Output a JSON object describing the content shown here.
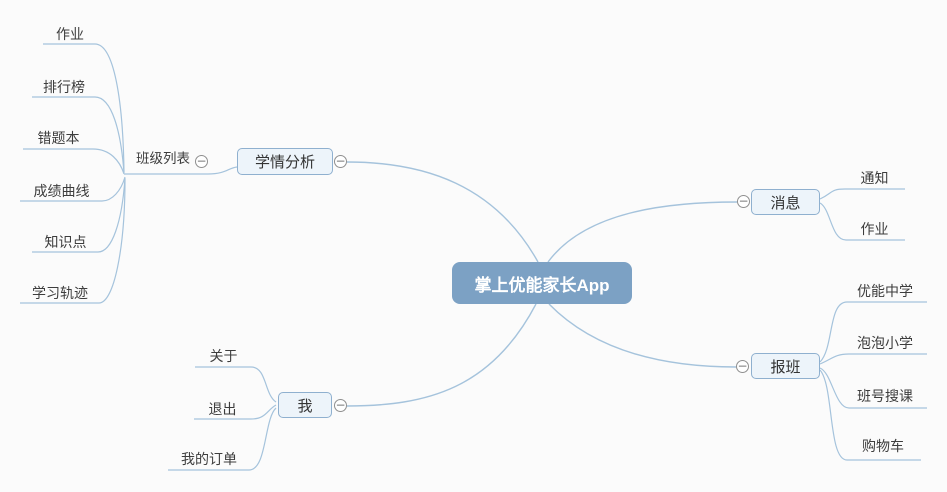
{
  "map": {
    "root": {
      "label": "掌上优能家长App"
    },
    "branches": [
      {
        "id": "study-analysis",
        "label": "学情分析",
        "children": [
          {
            "id": "class-list",
            "label": "班级列表",
            "children": [
              {
                "label": "作业"
              },
              {
                "label": "排行榜"
              },
              {
                "label": "错题本"
              },
              {
                "label": "成绩曲线"
              },
              {
                "label": "知识点"
              },
              {
                "label": "学习轨迹"
              }
            ]
          }
        ]
      },
      {
        "id": "messages",
        "label": "消息",
        "children": [
          {
            "label": "通知"
          },
          {
            "label": "作业"
          }
        ]
      },
      {
        "id": "enroll",
        "label": "报班",
        "children": [
          {
            "label": "优能中学"
          },
          {
            "label": "泡泡小学"
          },
          {
            "label": "班号搜课"
          },
          {
            "label": "购物车"
          }
        ]
      },
      {
        "id": "me",
        "label": "我",
        "children": [
          {
            "label": "关于"
          },
          {
            "label": "退出"
          },
          {
            "label": "我的订单"
          }
        ]
      }
    ],
    "icons": {
      "collapse": "−"
    },
    "colors": {
      "root_bg": "#7ca1c4",
      "root_text": "#ffffff",
      "node_bg": "#edf4fa",
      "node_border": "#8fb0cf",
      "line": "#a5c3dc",
      "text": "#3d3d3d",
      "background": "#fbfbfb",
      "expander": "#8f8f8f"
    }
  }
}
